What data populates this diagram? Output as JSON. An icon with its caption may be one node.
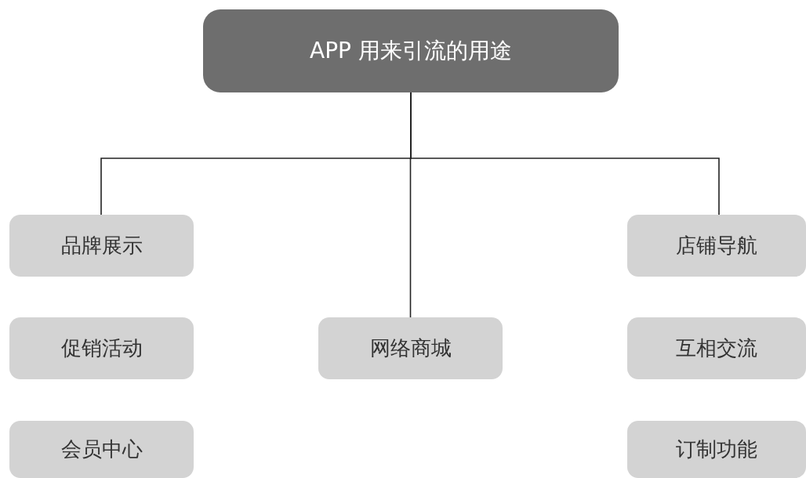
{
  "diagram": {
    "nodes": [
      {
        "text": [
          "APP 用来引流的用途"
        ]
      },
      {
        "text": [
          "品牌展示"
        ]
      },
      {
        "text": [
          "店铺导航"
        ]
      },
      {
        "text": [
          "促销活动"
        ]
      },
      {
        "text": [
          "网络商城"
        ]
      },
      {
        "text": [
          "互相交流"
        ]
      },
      {
        "text": [
          "会员中心"
        ]
      },
      {
        "text": [
          "订制功能"
        ]
      }
    ],
    "edges": [
      {
        "from": 0,
        "to": 1,
        "arrow": "none"
      },
      {
        "from": 0,
        "to": 4,
        "arrow": "none"
      },
      {
        "from": 0,
        "to": 2,
        "arrow": "none"
      }
    ]
  }
}
